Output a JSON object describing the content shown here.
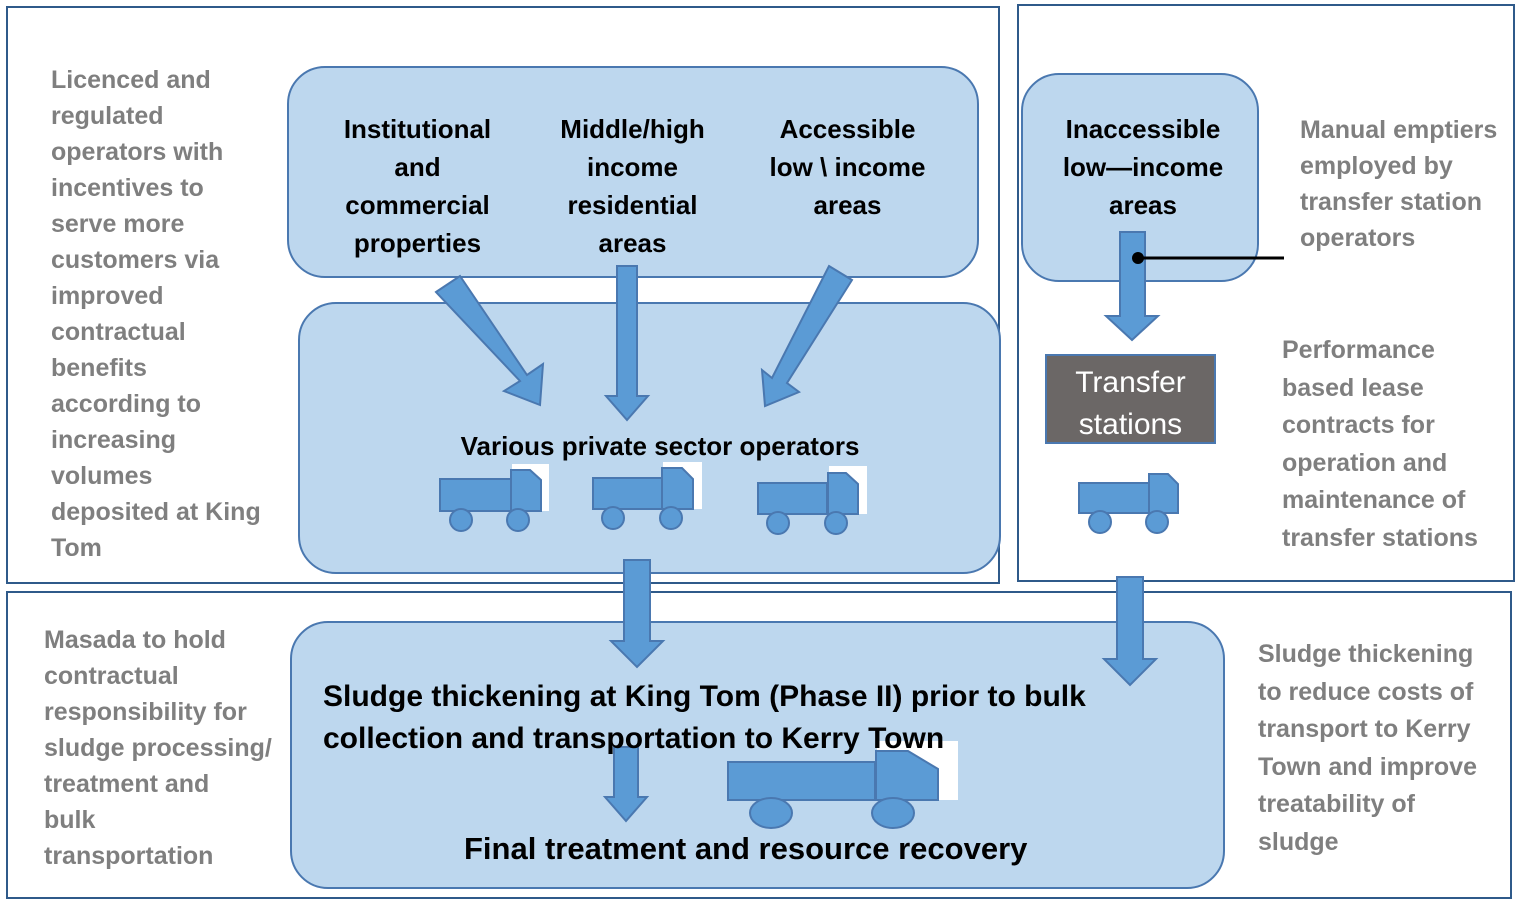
{
  "left_top_note": "Licenced and\nregulated\noperators with\nincentives to\nserve more\ncustomers via\nimproved\ncontractual\nbenefits\naccording to\nincreasing\nvolumes\ndeposited at King\nTom",
  "left_bottom_note": "Masada to hold\ncontractual\nresponsibility for\nsludge processing/\ntreatment and\nbulk\ntransportation",
  "right_top_note": "Manual emptiers\nemployed by\ntransfer station\noperators",
  "right_mid_note": "Performance\nbased lease\ncontracts for\noperation and\nmaintenance of\ntransfer stations",
  "right_bottom_note": "Sludge thickening\nto reduce costs of\ntransport to Kerry\nTown and improve\ntreatability of\nsludge",
  "sources": {
    "institutional": "Institutional\nand\ncommercial\nproperties",
    "middle_high": "Middle/high\nincome\nresidential\nareas",
    "accessible_low": "Accessible\nlow \\ income\nareas",
    "inaccessible_low": "Inaccessible\nlow—income\nareas"
  },
  "operators_label": "Various private sector operators",
  "transfer_stations_label": "Transfer\nstations",
  "thickening_label": "Sludge thickening at King Tom (Phase II) prior to bulk\ncollection and transportation to Kerry Town",
  "final_label": "Final treatment and resource recovery",
  "colors": {
    "box_fill": "#bdd7ee",
    "box_border": "#4a78b0",
    "arrow_fill": "#5b9bd5",
    "note_text": "#7f7f7f",
    "transfer_fill": "#6b6766"
  }
}
